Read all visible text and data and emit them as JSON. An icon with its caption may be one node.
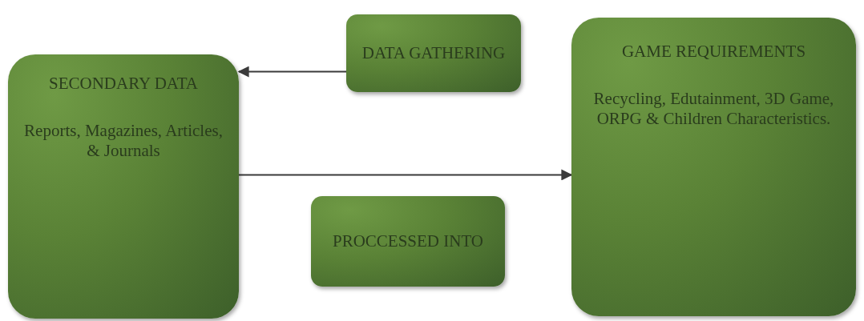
{
  "diagram": {
    "nodes": [
      {
        "text": [
          "SECONDARY DATA",
          "Reports, Magazines, Articles, & Journals"
        ]
      },
      {
        "text": [
          "DATA GATHERING"
        ]
      },
      {
        "text": [
          "PROCCESSED INTO"
        ]
      },
      {
        "text": [
          "GAME REQUIREMENTS",
          "Recycling, Edutainment, 3D Game, ORPG & Children Characteristics."
        ]
      }
    ],
    "edges": [
      {
        "from": 1,
        "to": 0,
        "arrow": "to"
      },
      {
        "from": 0,
        "to": 3,
        "arrow": "to"
      }
    ]
  }
}
